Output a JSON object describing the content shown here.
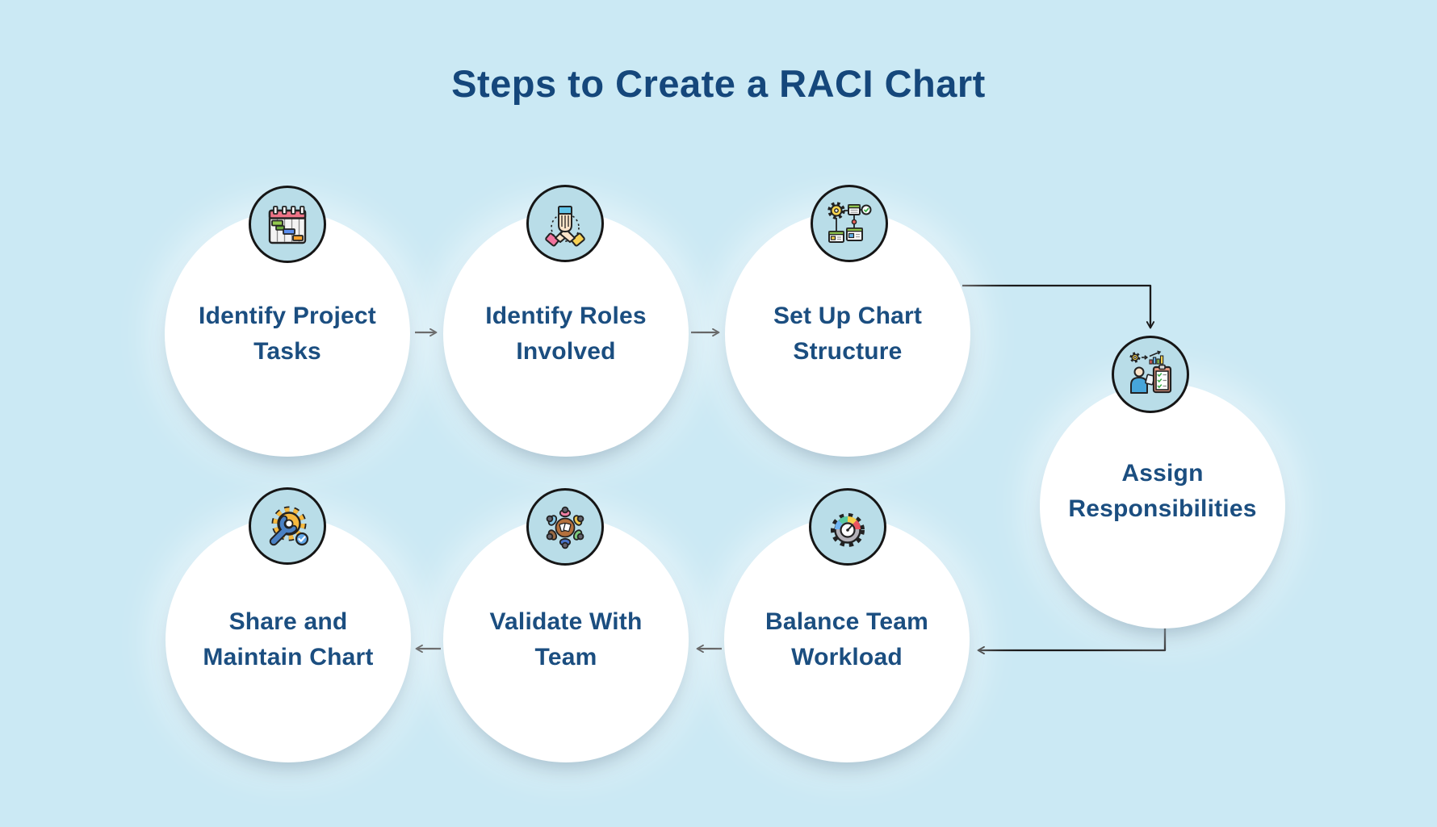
{
  "title": "Steps to Create a RACI Chart",
  "colors": {
    "background": "#cbe9f4",
    "title_text": "#15477b",
    "label_text": "#1b4e80",
    "circle_fill": "#ffffff",
    "badge_fill": "#b9dde8",
    "badge_border": "#161616",
    "arrow": "#1a1a1a"
  },
  "steps": [
    {
      "order": 1,
      "line1": "Identify Project",
      "line2": "Tasks",
      "icon": "gantt-chart-calendar-icon"
    },
    {
      "order": 2,
      "line1": "Identify Roles",
      "line2": "Involved",
      "icon": "team-hands-icon"
    },
    {
      "order": 3,
      "line1": "Set Up Chart",
      "line2": "Structure",
      "icon": "gear-flowchart-icon"
    },
    {
      "order": 4,
      "line1": "Assign",
      "line2": "Responsibilities",
      "icon": "person-clipboard-icon"
    },
    {
      "order": 5,
      "line1": "Balance Team",
      "line2": "Workload",
      "icon": "gauge-gear-icon"
    },
    {
      "order": 6,
      "line1": "Validate With",
      "line2": "Team",
      "icon": "team-meeting-icon"
    },
    {
      "order": 7,
      "line1": "Share and",
      "line2": "Maintain Chart",
      "icon": "wrench-gear-check-icon"
    }
  ]
}
